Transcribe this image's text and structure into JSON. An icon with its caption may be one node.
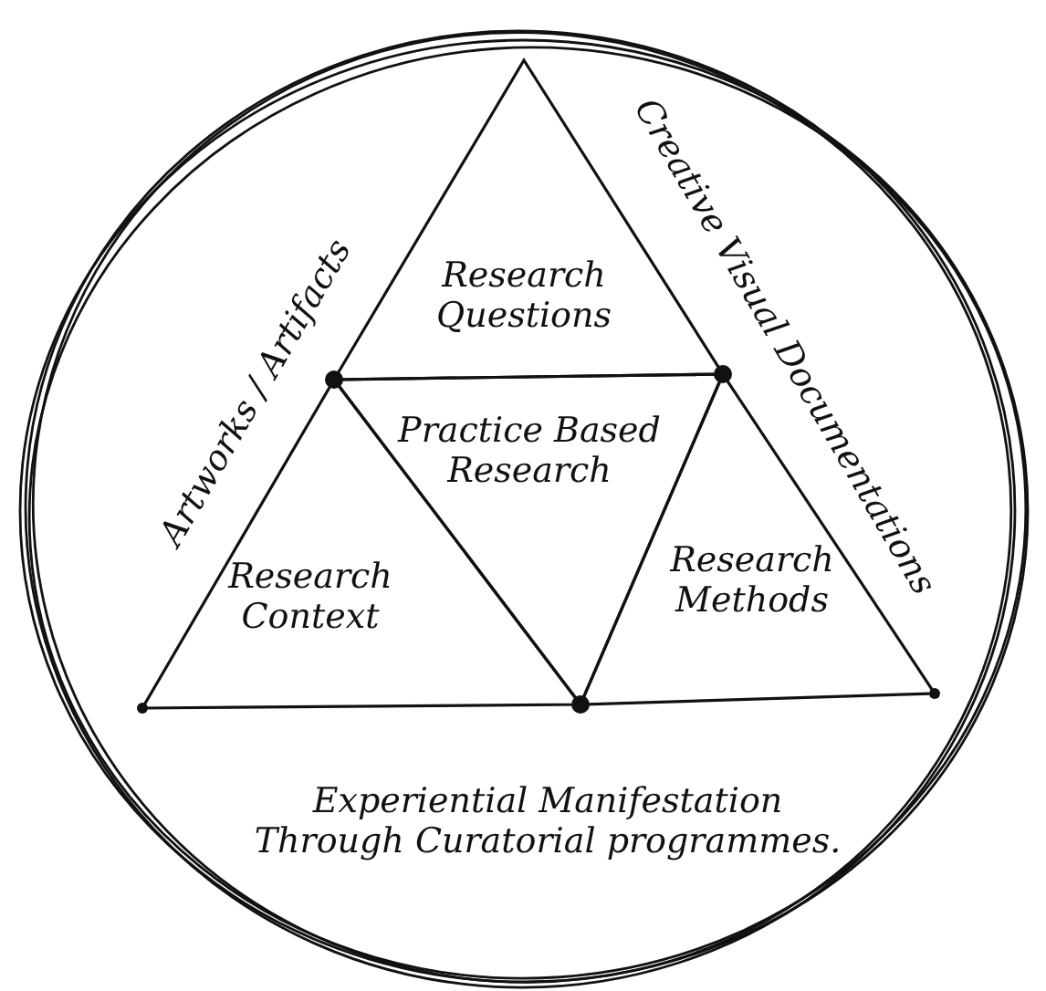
{
  "diagram": {
    "nodes": [
      {
        "text": [
          "Research Questions"
        ]
      },
      {
        "text": [
          "Practice Based Research"
        ]
      },
      {
        "text": [
          "Research Context"
        ]
      },
      {
        "text": [
          "Research Methods"
        ]
      }
    ],
    "labels": [
      "Artworks / Artifacts",
      "Creative Visual Documentations",
      "Experiential Manifestation Through Curatorial programmes."
    ]
  }
}
